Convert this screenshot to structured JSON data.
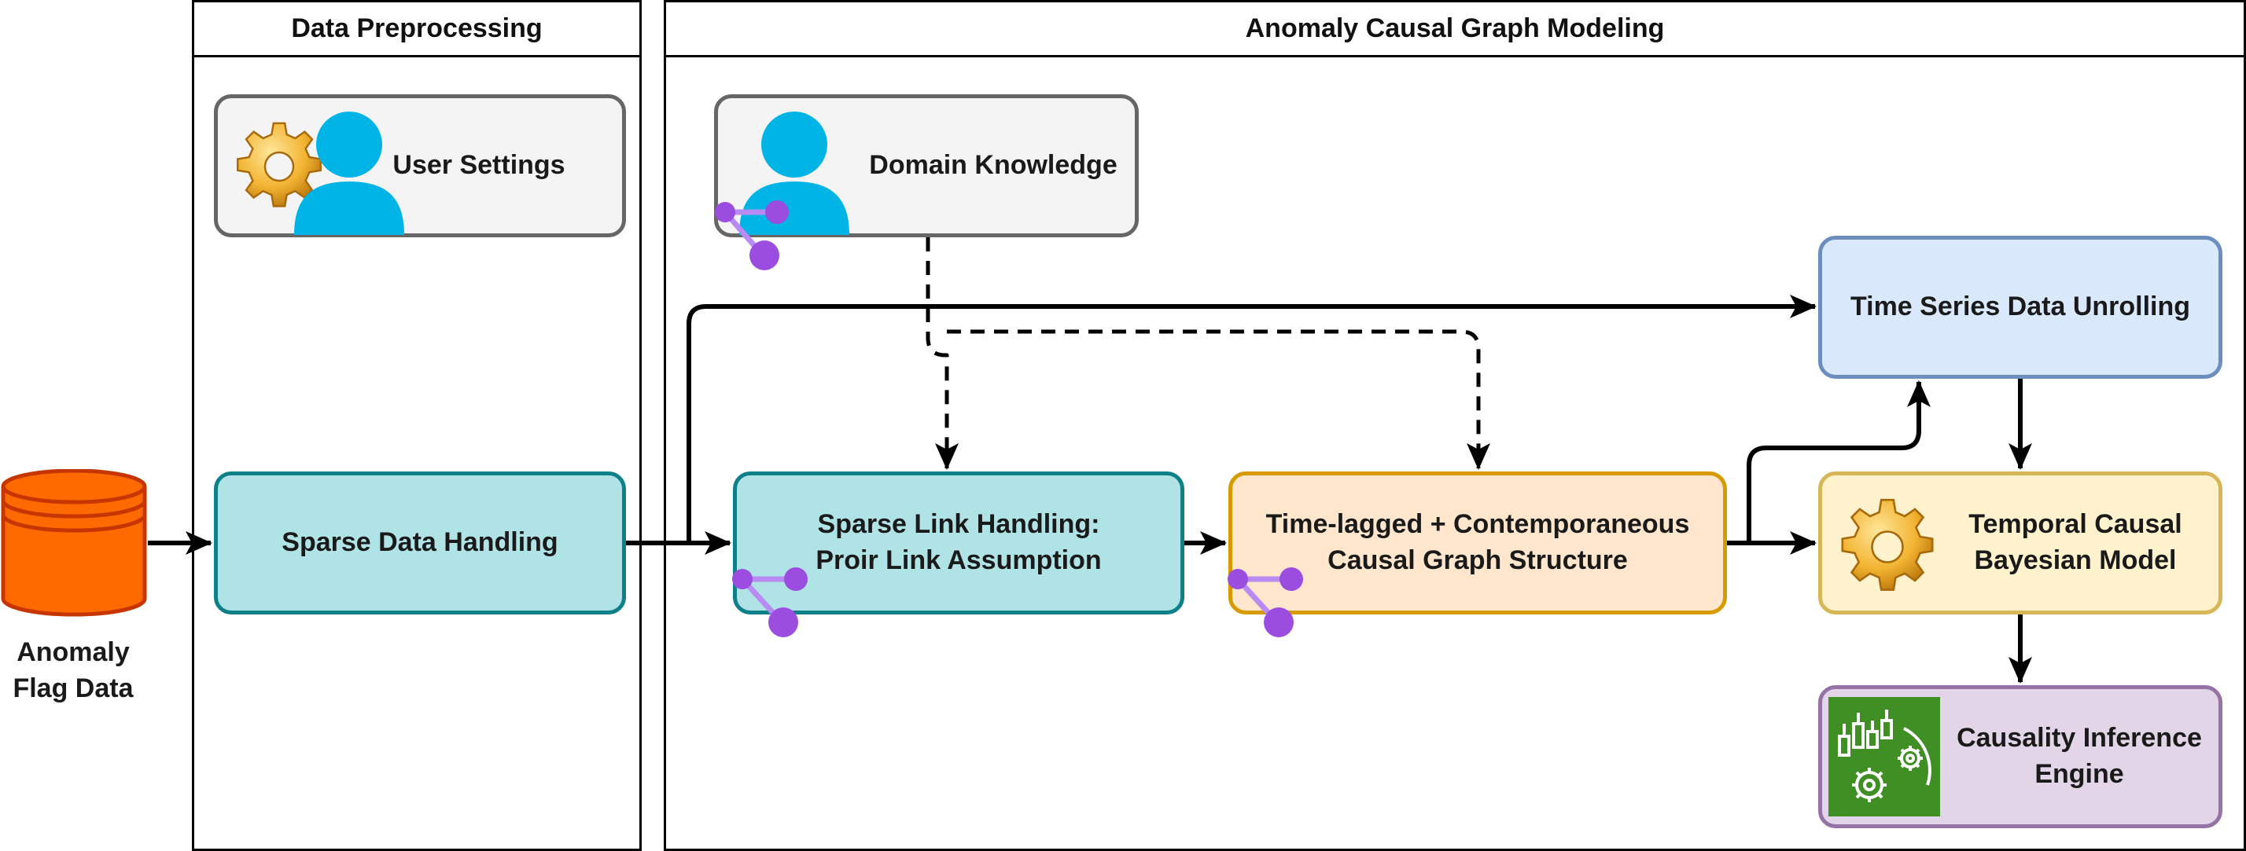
{
  "lanes": {
    "preprocessing": "Data Preprocessing",
    "modeling": "Anomaly Causal Graph Modeling"
  },
  "source": {
    "label": "Anomaly\nFlag Data",
    "icon": "database-icon",
    "color": "#ff6a00"
  },
  "nodes": {
    "user_settings": "User Settings",
    "domain_knowledge": "Domain Knowledge",
    "sparse_data": "Sparse Data Handling",
    "sparse_link": "Sparse Link Handling:\nProir Link Assumption",
    "causal_graph": "Time-lagged + Contemporaneous\nCausal Graph Structure",
    "unrolling": "Time Series Data Unrolling",
    "bayesian": "Temporal Causal\nBayesian Model",
    "inference": "Causality Inference\nEngine"
  },
  "icons": {
    "gear": "gear-icon",
    "user": "user-icon",
    "graph": "graph-network-icon",
    "analytics": "analytics-gears-icon"
  },
  "colors": {
    "grey": "#f4f4f4",
    "teal": "#b0e3e6",
    "orange": "#ffe6cc",
    "blue": "#dae8fc",
    "yellow": "#fff2cc",
    "purple": "#e1d5e7",
    "user_icon": "#00b4e6",
    "graph_icon": "#9b4de0",
    "analytics_bg": "#3f8f24"
  }
}
